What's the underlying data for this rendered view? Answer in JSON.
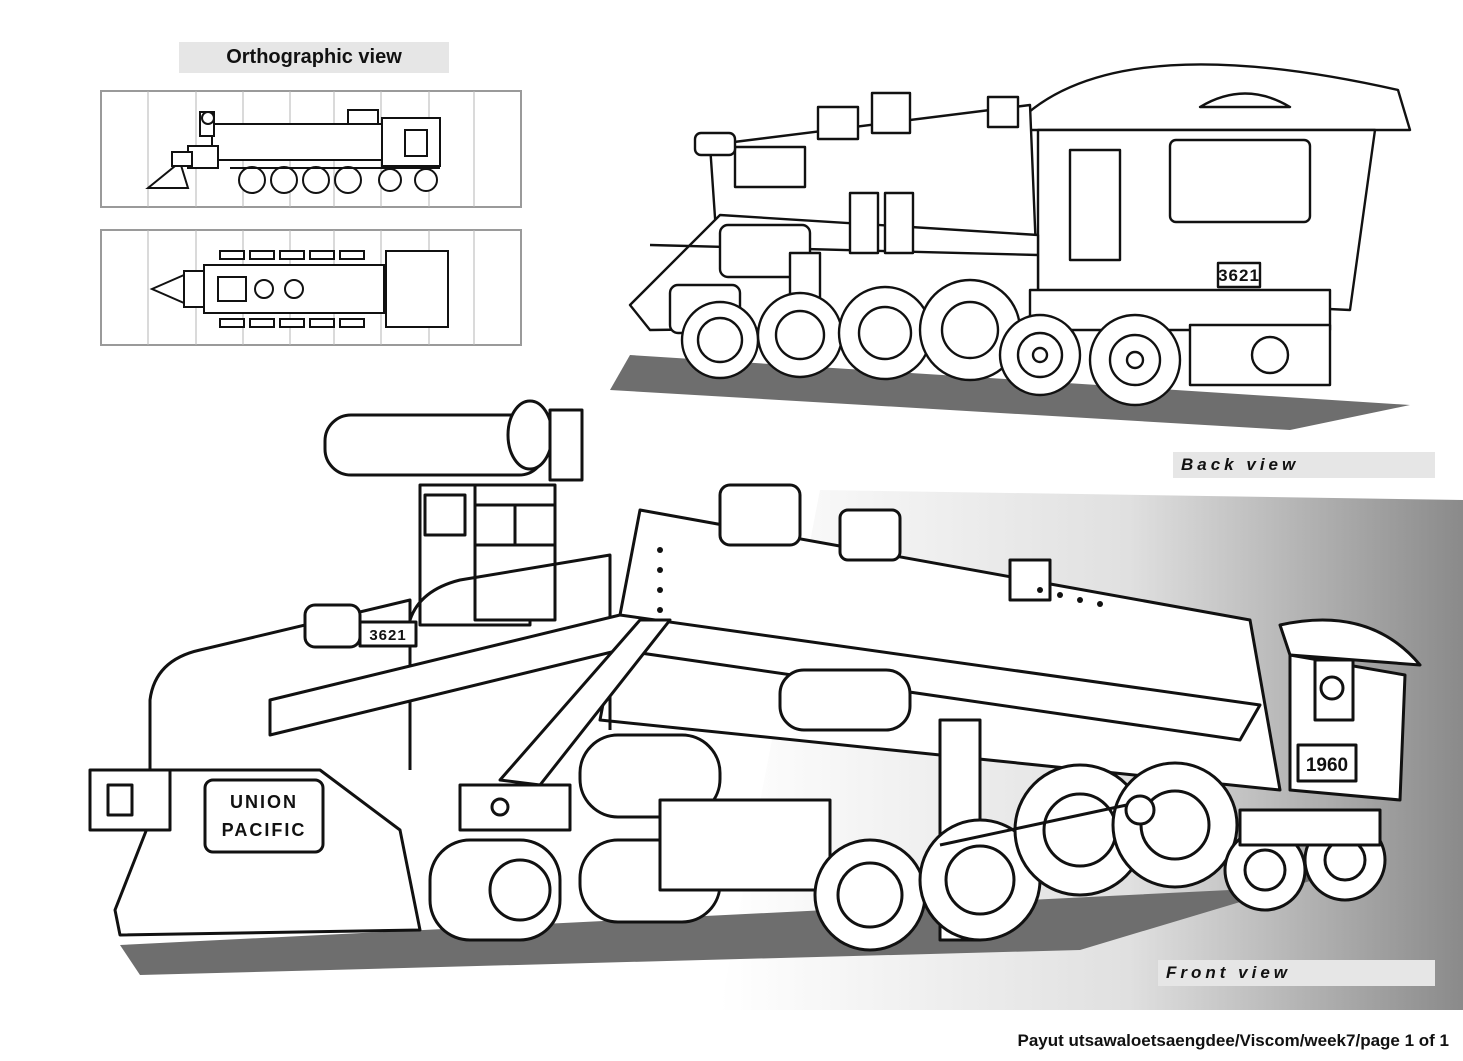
{
  "sheet": {
    "ortho_title": "Orthographic view",
    "back_title": "Back view",
    "front_title": "Front view",
    "credit": "Payut utsawaloetsaengdee/Viscom/week7/page 1 of 1"
  },
  "back_locomotive": {
    "number_plate": "3621"
  },
  "front_locomotive": {
    "pilot_plate_line1": "UNION",
    "pilot_plate_line2": "PACIFIC",
    "headlight_plate": "3621",
    "cab_plate": "1960"
  },
  "colors": {
    "line": "#111111",
    "paper": "#ffffff",
    "banner": "#e6e6e6",
    "grid": "#9a9a9a",
    "shadow": "#6e6e6e"
  }
}
